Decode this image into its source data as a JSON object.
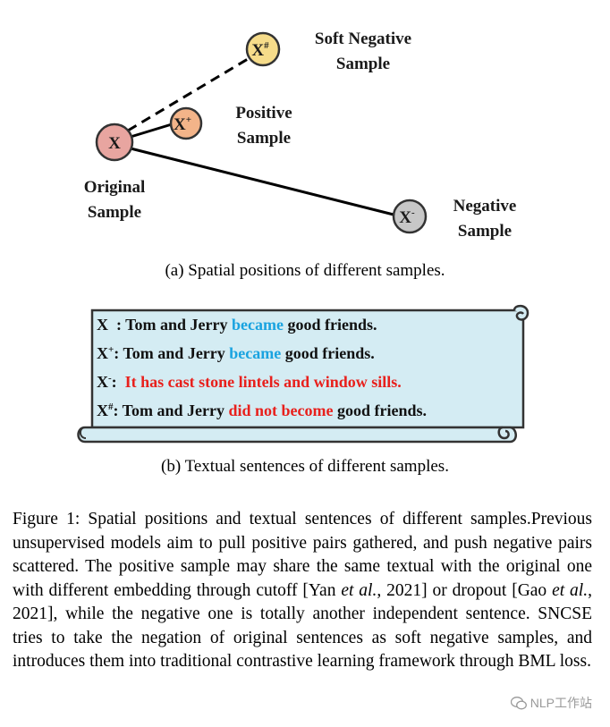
{
  "figure": {
    "nodes": {
      "original": {
        "symbol": "X",
        "label_line1": "Original",
        "label_line2": "Sample",
        "color": "#e8a5a0"
      },
      "positive": {
        "symbol": "X",
        "sup": "+",
        "label_line1": "Positive",
        "label_line2": "Sample",
        "color": "#f3b489"
      },
      "soft_negative": {
        "symbol": "X",
        "sup": "#",
        "label_line1": "Soft Negative",
        "label_line2": "Sample",
        "color": "#f6dc8a"
      },
      "negative": {
        "symbol": "X",
        "sup": "-",
        "label_line1": "Negative",
        "label_line2": "Sample",
        "color": "#c7c7c7"
      }
    },
    "caption_a": "(a)  Spatial positions of different samples.",
    "caption_b": "(b)  Textual sentences of different samples.",
    "scroll_color": "#d4ecf3"
  },
  "sentences": [
    {
      "prefix": "X",
      "prefix_sup": "",
      "sep": "  : ",
      "before": "Tom and Jerry ",
      "highlight": "became",
      "highlight_color": "blue",
      "after": " good friends."
    },
    {
      "prefix": "X",
      "prefix_sup": "+",
      "sep": ": ",
      "before": "Tom and Jerry ",
      "highlight": "became",
      "highlight_color": "blue",
      "after": " good friends."
    },
    {
      "prefix": "X",
      "prefix_sup": "-",
      "sep": ":  ",
      "before": "",
      "highlight": "It has cast stone lintels and window sills.",
      "highlight_color": "red",
      "after": ""
    },
    {
      "prefix": "X",
      "prefix_sup": "#",
      "sep": ": ",
      "before": "Tom and Jerry ",
      "highlight": "did not become",
      "highlight_color": "red",
      "after": " good friends."
    }
  ],
  "caption": {
    "label": "Figure 1:",
    "text_1": " Spatial positions and textual sentences of different samples.Previous unsupervised models aim to pull positive pairs gathered, and push negative pairs scattered.  The positive sample may share the same textual with the original one with different embedding through cutoff [Yan ",
    "etal_1": "et al.",
    "text_2": ", 2021] or dropout [Gao ",
    "etal_2": "et al.",
    "text_3": ", 2021], while the negative one is totally another independent sentence. SNCSE tries to take the negation of original sentences as soft negative samples, and introduces them into traditional contrastive learning framework through BML loss."
  },
  "watermark": "NLP工作站"
}
